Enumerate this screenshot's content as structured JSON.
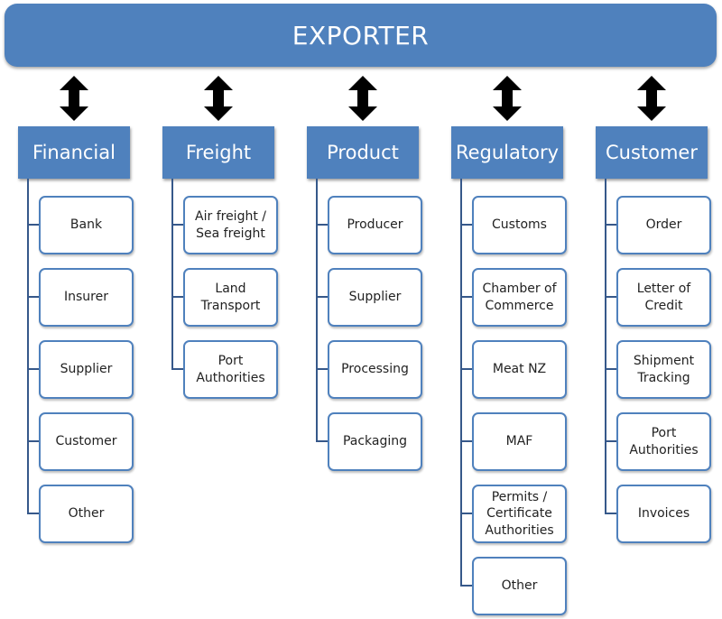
{
  "title": "EXPORTER",
  "colors": {
    "fill": "#4f81bd",
    "connector": "#36588a",
    "box_border": "#4f81bd"
  },
  "columns": [
    {
      "heading": "Financial",
      "items": [
        "Bank",
        "Insurer",
        "Supplier",
        "Customer",
        "Other"
      ]
    },
    {
      "heading": "Freight",
      "items": [
        "Air freight /\nSea freight",
        "Land\nTransport",
        "Port\nAuthorities"
      ]
    },
    {
      "heading": "Product",
      "items": [
        "Producer",
        "Supplier",
        "Processing",
        "Packaging"
      ]
    },
    {
      "heading": "Regulatory",
      "items": [
        "Customs",
        "Chamber of\nCommerce",
        "Meat NZ",
        "MAF",
        "Permits /\nCertificate\nAuthorities",
        "Other"
      ]
    },
    {
      "heading": "Customer",
      "items": [
        "Order",
        "Letter of\nCredit",
        "Shipment\nTracking",
        "Port\nAuthorities",
        "Invoices"
      ]
    }
  ]
}
